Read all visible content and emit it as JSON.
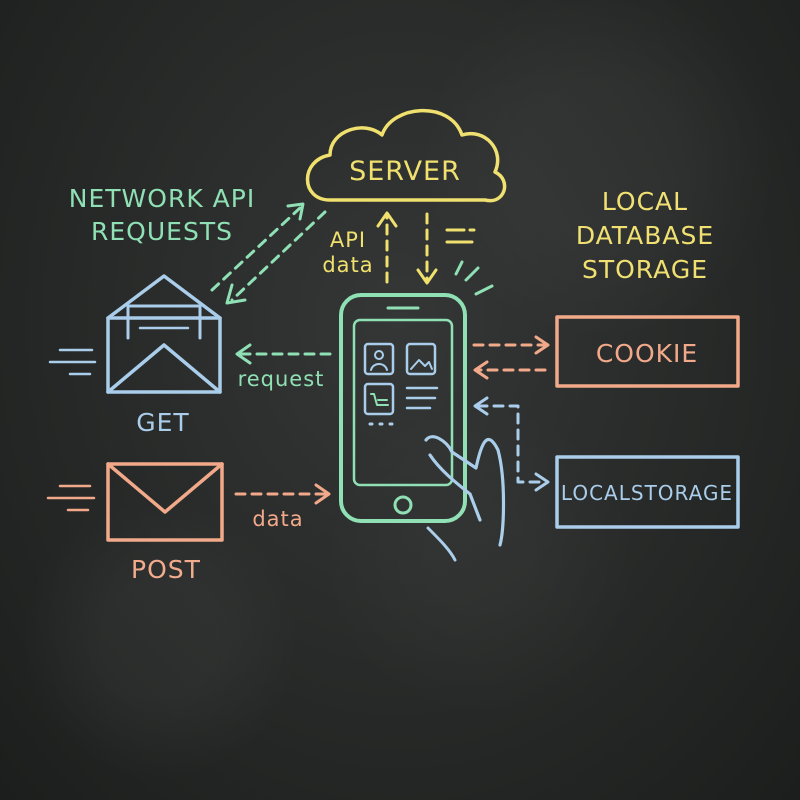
{
  "labels": {
    "server": "SERVER",
    "network_title_line1": "NETWORK API",
    "network_title_line2": "REQUESTS",
    "api_line1": "API",
    "api_line2": "data",
    "local_title_line1": "LOCAL",
    "local_title_line2": "DATABASE",
    "local_title_line3": "STORAGE",
    "cookie": "COOKIE",
    "localstorage": "LOCALSTORAGE",
    "get": "GET",
    "post": "POST",
    "request": "request",
    "data": "data"
  },
  "colors": {
    "yellow": "#f0e06e",
    "green": "#8fe0b4",
    "blue": "#a9cdea",
    "salmon": "#f2a98a",
    "white": "#dfe3e1"
  },
  "icons": {
    "cloud": "cloud-icon",
    "phone": "smartphone-icon",
    "hand": "hand-icon",
    "get_envelope": "open-envelope-icon",
    "post_envelope": "closed-envelope-icon"
  }
}
